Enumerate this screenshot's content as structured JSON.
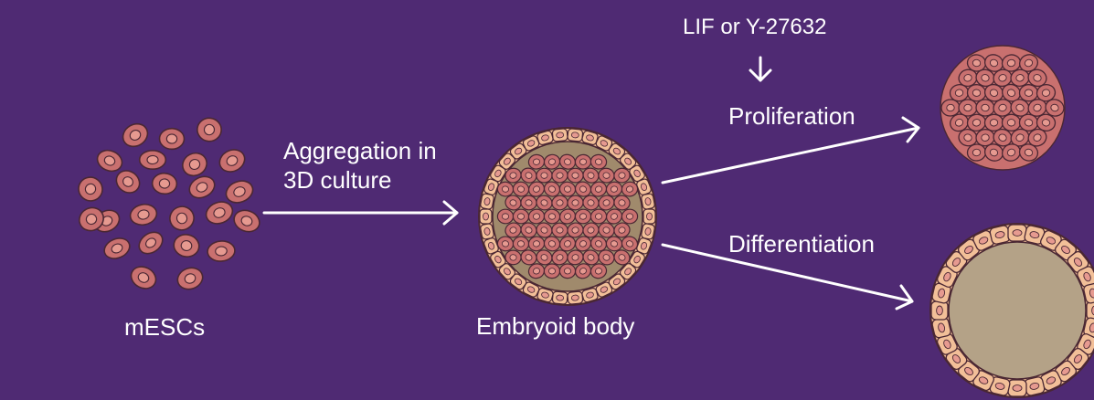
{
  "labels": {
    "mescs": "mESCs",
    "aggregation_line1": "Aggregation in",
    "aggregation_line2": "3D culture",
    "embryoid_body": "Embryoid body",
    "treatment": "LIF or Y-27632",
    "proliferation": "Proliferation",
    "differentiation": "Differentiation"
  },
  "colors": {
    "background": "#4f2a73",
    "cell_fill": "#c9706f",
    "cell_outline": "#4a2733",
    "nucleus_fill": "#e69a90",
    "outer_layer_fill": "#f2bf98",
    "embryoid_matrix": "#a08a6c",
    "cyst_lumen": "#b4a287",
    "arrow": "#ffffff"
  },
  "icons": {
    "process_arrows": "right-arrow",
    "treatment_arrow": "down-arrow"
  }
}
